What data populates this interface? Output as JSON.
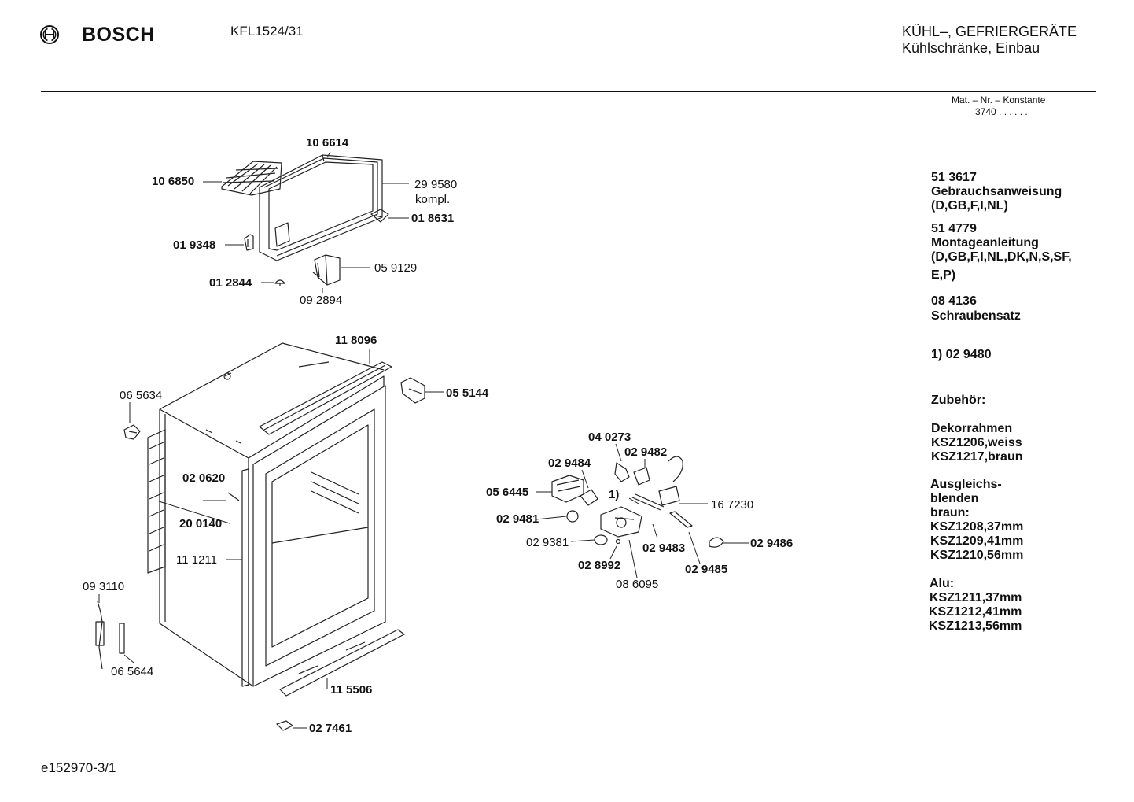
{
  "header": {
    "brand": "BOSCH",
    "model": "KFL1524/31",
    "category_line1": "KÜHL–, GEFRIERGERÄTE",
    "category_line2": "Kühlschränke, Einbau",
    "mat_nr_label": "Mat. – Nr. – Konstante",
    "mat_nr_value": "3740  .  .  .  .  .  ."
  },
  "parts": {
    "p106614": "10 6614",
    "p106850": "10 6850",
    "p299580": "29 9580",
    "kompl": "kompl.",
    "p018631": "01 8631",
    "p019348": "01 9348",
    "p059129": "05 9129",
    "p012844": "01 2844",
    "p092894": "09 2894",
    "p118096": "11 8096",
    "p065634": "06 5634",
    "p055144": "05 5144",
    "p020620": "02 0620",
    "p200140": "20 0140",
    "p111211": "11 1211",
    "p093110": "09 3110",
    "p065644": "06 5644",
    "p115506": "11 5506",
    "p027461": "02 7461",
    "p040273": "04 0273",
    "p029484": "02 9484",
    "p029482": "02 9482",
    "p056445": "05 6445",
    "note1": "1)",
    "p167230": "16 7230",
    "p029481": "02 9481",
    "p029381": "02 9381",
    "p029483": "02 9483",
    "p029486": "02 9486",
    "p028992": "02 8992",
    "p029485": "02 9485",
    "p086095": "08 6095"
  },
  "right_panel": {
    "a1": "51 3617",
    "a2": "Gebrauchsanweisung",
    "a3": "(D,GB,F,I,NL)",
    "b1": "51 4779",
    "b2": "Montageanleitung",
    "b3": "(D,GB,F,I,NL,DK,N,S,SF,",
    "b4": "E,P)",
    "c1": "08 4136",
    "c2": "Schraubensatz",
    "d1": "1)  02 9480",
    "zubehoer": "Zubehör:",
    "e1": "Dekorrahmen",
    "e2": "KSZ1206,weiss",
    "e3": "KSZ1217,braun",
    "f1": "Ausgleichs-",
    "f2": "blenden",
    "f3": "braun:",
    "f4": "KSZ1208,37mm",
    "f5": "KSZ1209,41mm",
    "f6": "KSZ1210,56mm",
    "g1": "Alu:",
    "g2": "KSZ1211,37mm",
    "g3": "KSZ1212,41mm",
    "g4": "KSZ1213,56mm"
  },
  "footer": {
    "code": "e152970-3/1"
  }
}
